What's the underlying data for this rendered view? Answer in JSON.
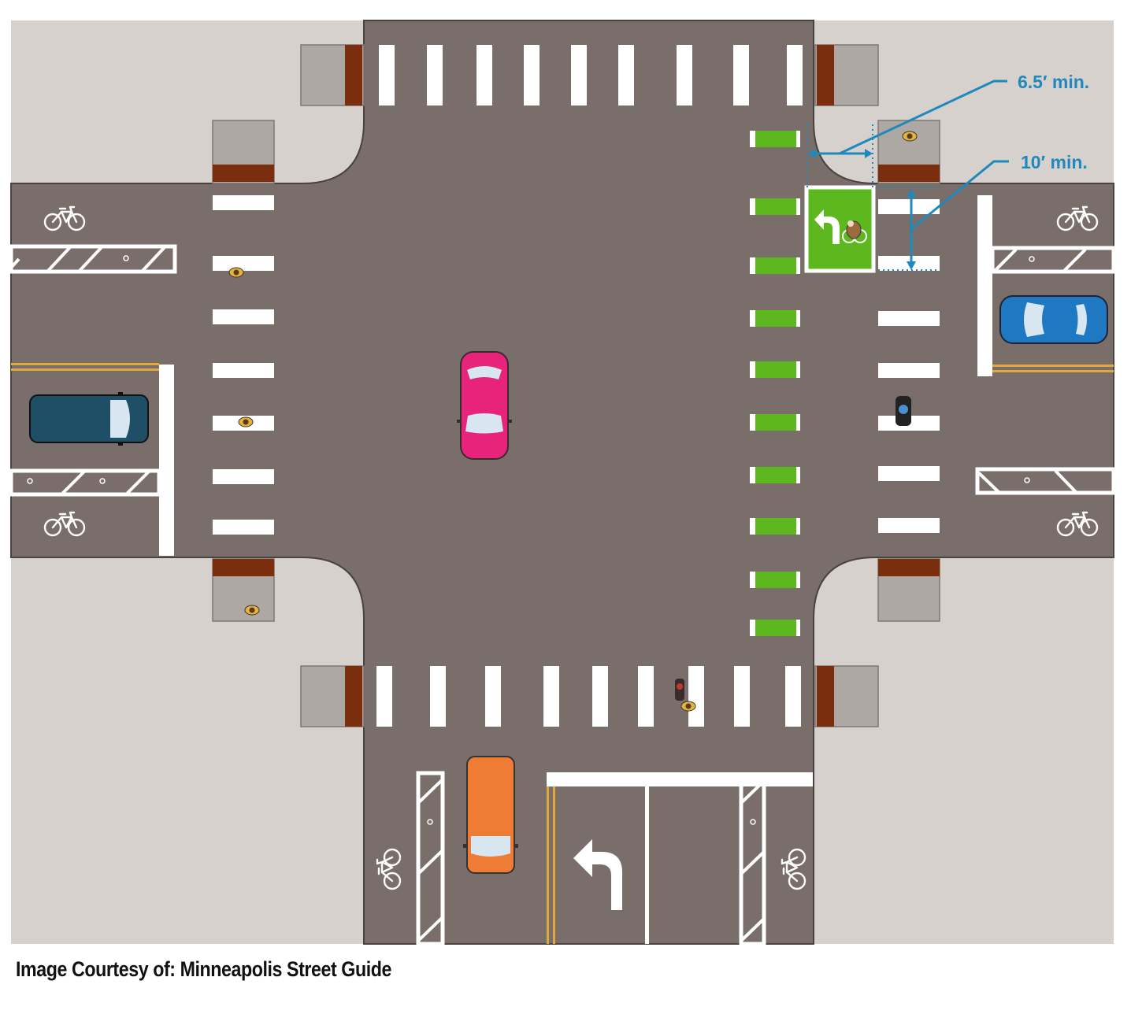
{
  "dimensions": {
    "bike_box_depth_label": "6.5′ min.",
    "bike_box_width_label": "10′ min."
  },
  "caption": "Image Courtesy of: Minneapolis Street Guide",
  "colors": {
    "road": "#7a6e6b",
    "sidewalk": "#d6d1cc",
    "curb_ramp": "#ada8a4",
    "ramp_dark": "#c2bdb8",
    "tactile_strip": "#7b2e0e",
    "marking_white": "#ffffff",
    "bike_green": "#5cb81e",
    "center_line_yellow": "#e0a83a",
    "dimension_blue": "#1f88bd",
    "car_pink": "#e8247a",
    "car_blue": "#1e78c2",
    "van_navy": "#1e4f66",
    "van_orange": "#ee7c35"
  },
  "icons": [
    "bicycle-symbol-icon",
    "left-turn-arrow-icon",
    "cyclist-icon",
    "pedestrian-icon"
  ]
}
